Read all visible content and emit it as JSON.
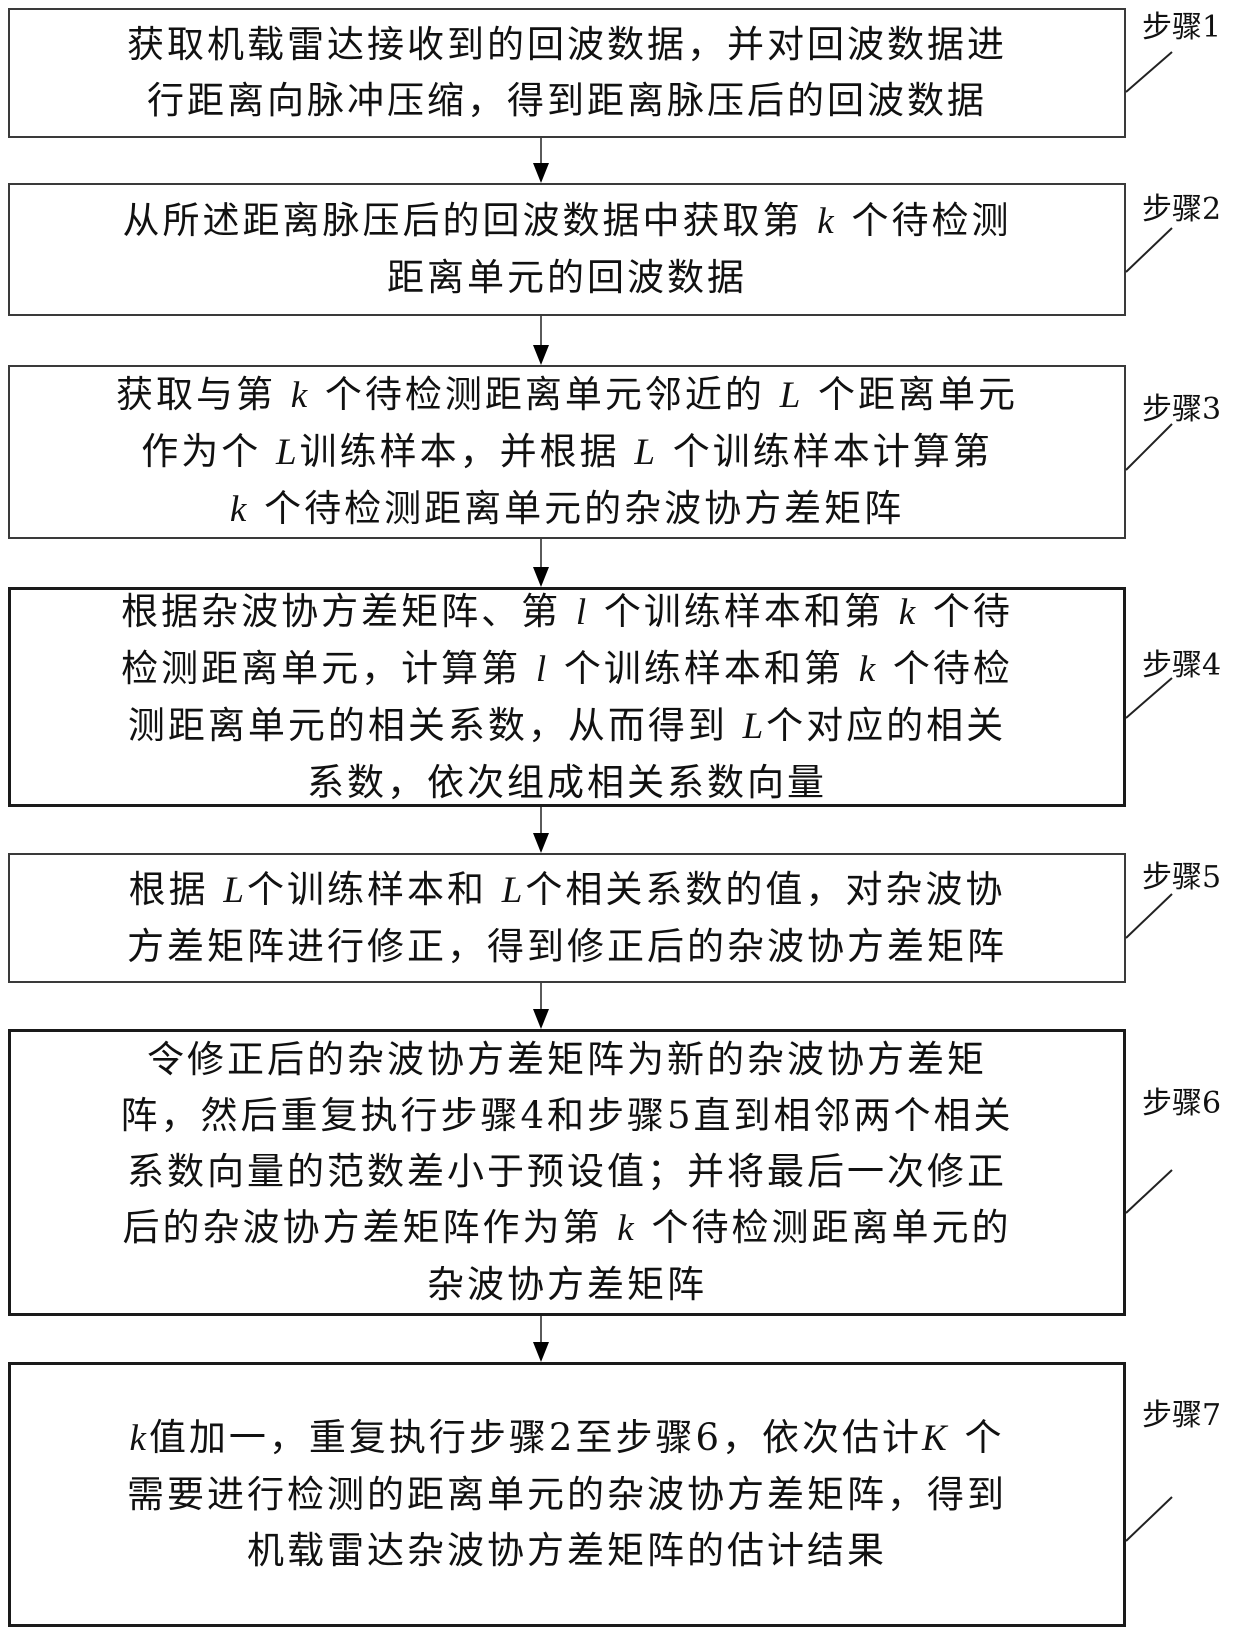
{
  "diagram": {
    "type": "flowchart",
    "direction": "top-to-bottom",
    "steps": [
      {
        "label": "步骤1",
        "lines": [
          [
            {
              "t": "获取机载雷达接收到的回波数据，并对回波数据进"
            }
          ],
          [
            {
              "t": "行距离向脉冲压缩，得到距离脉压后的回波数据"
            }
          ]
        ]
      },
      {
        "label": "步骤2",
        "lines": [
          [
            {
              "t": "从所述距离脉压后的回波数据中获取第 "
            },
            {
              "v": "k"
            },
            {
              "t": " 个待检测"
            }
          ],
          [
            {
              "t": "距离单元的回波数据"
            }
          ]
        ]
      },
      {
        "label": "步骤3",
        "lines": [
          [
            {
              "t": "获取与第 "
            },
            {
              "v": "k"
            },
            {
              "t": " 个待检测距离单元邻近的 "
            },
            {
              "v": "L"
            },
            {
              "t": " 个距离单元"
            }
          ],
          [
            {
              "t": "作为个 "
            },
            {
              "v": "L"
            },
            {
              "t": "训练样本，并根据 "
            },
            {
              "v": "L"
            },
            {
              "t": " 个训练样本计算第"
            }
          ],
          [
            {
              "v": "k"
            },
            {
              "t": " 个待检测距离单元的杂波协方差矩阵"
            }
          ]
        ]
      },
      {
        "label": "步骤4",
        "lines": [
          [
            {
              "t": "根据杂波协方差矩阵、第 "
            },
            {
              "v": "l"
            },
            {
              "t": " 个训练样本和第 "
            },
            {
              "v": "k"
            },
            {
              "t": " 个待"
            }
          ],
          [
            {
              "t": "检测距离单元，计算第 "
            },
            {
              "v": "l"
            },
            {
              "t": " 个训练样本和第 "
            },
            {
              "v": "k"
            },
            {
              "t": " 个待检"
            }
          ],
          [
            {
              "t": "测距离单元的相关系数，从而得到 "
            },
            {
              "v": "L"
            },
            {
              "t": "个对应的相关"
            }
          ],
          [
            {
              "t": "系数，依次组成相关系数向量"
            }
          ]
        ]
      },
      {
        "label": "步骤5",
        "lines": [
          [
            {
              "t": "根据 "
            },
            {
              "v": "L"
            },
            {
              "t": "个训练样本和 "
            },
            {
              "v": "L"
            },
            {
              "t": "个相关系数的值，对杂波协"
            }
          ],
          [
            {
              "t": "方差矩阵进行修正，得到修正后的杂波协方差矩阵"
            }
          ]
        ]
      },
      {
        "label": "步骤6",
        "lines": [
          [
            {
              "t": "令修正后的杂波协方差矩阵为新的杂波协方差矩"
            }
          ],
          [
            {
              "t": "阵，然后重复执行步骤4和步骤5直到相邻两个相关"
            }
          ],
          [
            {
              "t": "系数向量的范数差小于预设值；并将最后一次修正"
            }
          ],
          [
            {
              "t": "后的杂波协方差矩阵作为第 "
            },
            {
              "v": "k"
            },
            {
              "t": " 个待检测距离单元的"
            }
          ],
          [
            {
              "t": "杂波协方差矩阵"
            }
          ]
        ]
      },
      {
        "label": "步骤7",
        "lines": [
          [
            {
              "v": "k"
            },
            {
              "t": "值加一，重复执行步骤2至步骤6，依次估计"
            },
            {
              "v": "K"
            },
            {
              "t": " 个"
            }
          ],
          [
            {
              "t": "需要进行检测的距离单元的杂波协方差矩阵，得到"
            }
          ],
          [
            {
              "t": "机载雷达杂波协方差矩阵的估计结果"
            }
          ]
        ]
      }
    ],
    "edges": [
      {
        "from": "步骤1",
        "to": "步骤2"
      },
      {
        "from": "步骤2",
        "to": "步骤3"
      },
      {
        "from": "步骤3",
        "to": "步骤4"
      },
      {
        "from": "步骤4",
        "to": "步骤5"
      },
      {
        "from": "步骤5",
        "to": "步骤6"
      },
      {
        "from": "步骤6",
        "to": "步骤7"
      }
    ]
  }
}
